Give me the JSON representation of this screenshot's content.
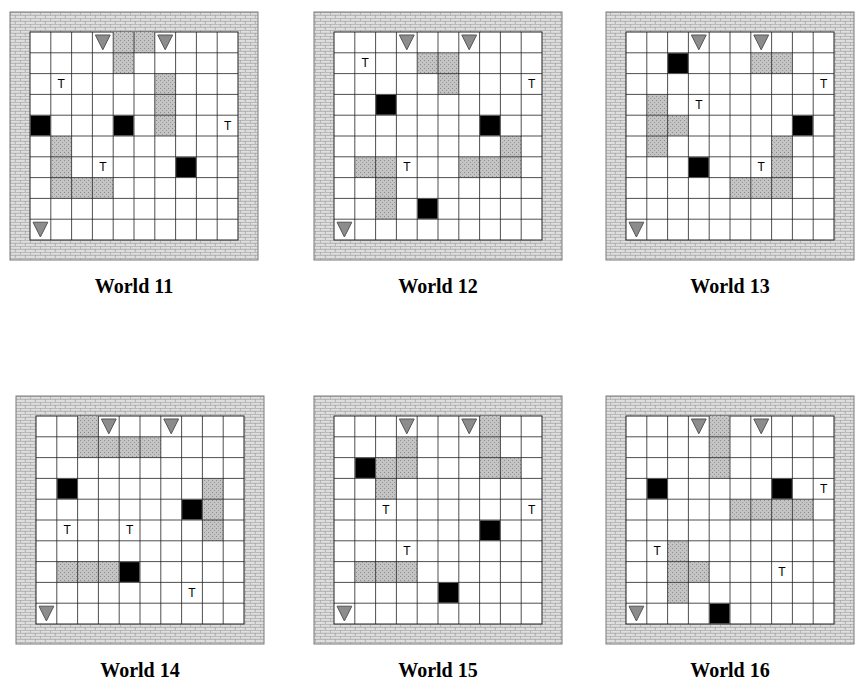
{
  "diagram": {
    "labels": [
      "T",
      "T",
      "T",
      "World 11",
      "T",
      "T",
      "T",
      "World 12",
      "T",
      "T",
      "T",
      "World 13",
      "T",
      "T",
      "T",
      "World 14",
      "T",
      "T",
      "T",
      "World 15",
      "T",
      "T",
      "T",
      "World 16"
    ]
  }
}
